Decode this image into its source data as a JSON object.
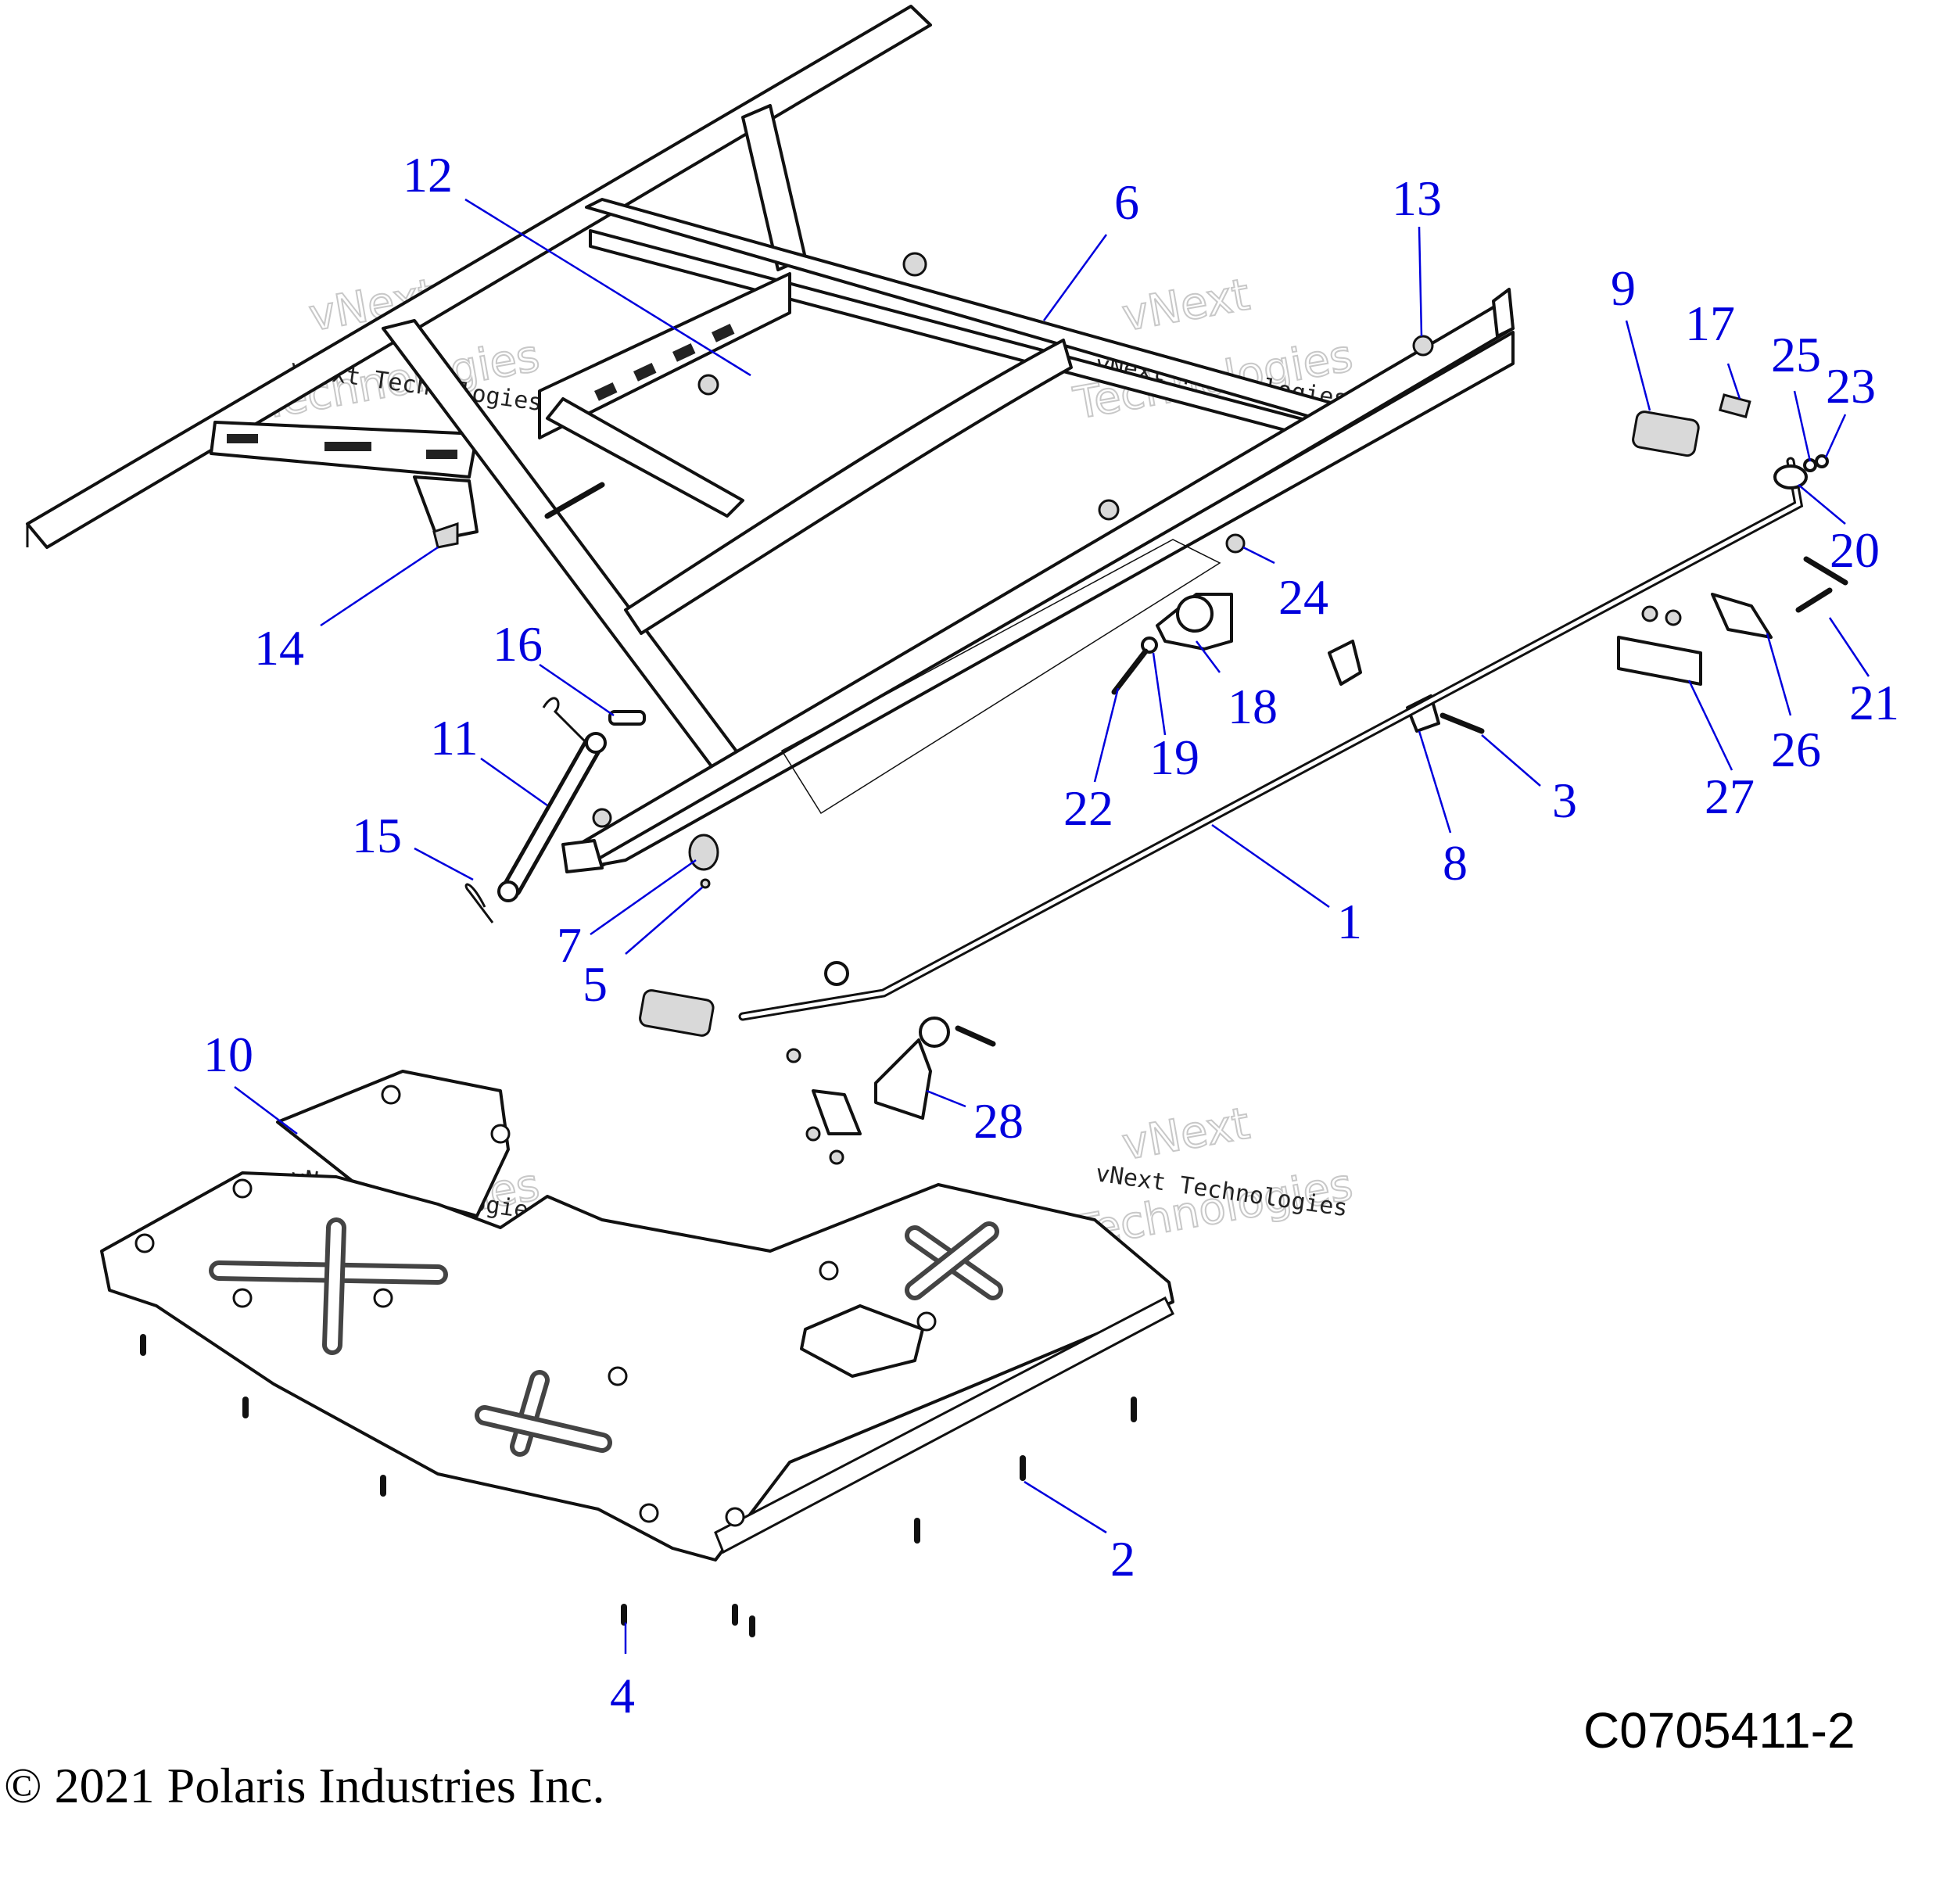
{
  "diagram": {
    "drawing_id": "C0705411-2",
    "copyright": "© 2021 Polaris Industries Inc.",
    "watermark": {
      "line1": "vNext Technologies",
      "line2": "vNext",
      "line3": "Technologies"
    },
    "callouts": [
      {
        "id": "c1",
        "label": "1"
      },
      {
        "id": "c2",
        "label": "2"
      },
      {
        "id": "c3",
        "label": "3"
      },
      {
        "id": "c4",
        "label": "4"
      },
      {
        "id": "c5",
        "label": "5"
      },
      {
        "id": "c6",
        "label": "6"
      },
      {
        "id": "c7",
        "label": "7"
      },
      {
        "id": "c8",
        "label": "8"
      },
      {
        "id": "c9",
        "label": "9"
      },
      {
        "id": "c10",
        "label": "10"
      },
      {
        "id": "c11",
        "label": "11"
      },
      {
        "id": "c12",
        "label": "12"
      },
      {
        "id": "c13",
        "label": "13"
      },
      {
        "id": "c14",
        "label": "14"
      },
      {
        "id": "c15",
        "label": "15"
      },
      {
        "id": "c16",
        "label": "16"
      },
      {
        "id": "c17",
        "label": "17"
      },
      {
        "id": "c18",
        "label": "18"
      },
      {
        "id": "c19",
        "label": "19"
      },
      {
        "id": "c20",
        "label": "20"
      },
      {
        "id": "c21",
        "label": "21"
      },
      {
        "id": "c22",
        "label": "22"
      },
      {
        "id": "c23",
        "label": "23"
      },
      {
        "id": "c24",
        "label": "24"
      },
      {
        "id": "c25",
        "label": "25"
      },
      {
        "id": "c26",
        "label": "26"
      },
      {
        "id": "c27",
        "label": "27"
      },
      {
        "id": "c28",
        "label": "28"
      }
    ],
    "colors": {
      "callout": "#0000dd",
      "line": "#111111",
      "watermark": "#c8c8c8"
    }
  }
}
